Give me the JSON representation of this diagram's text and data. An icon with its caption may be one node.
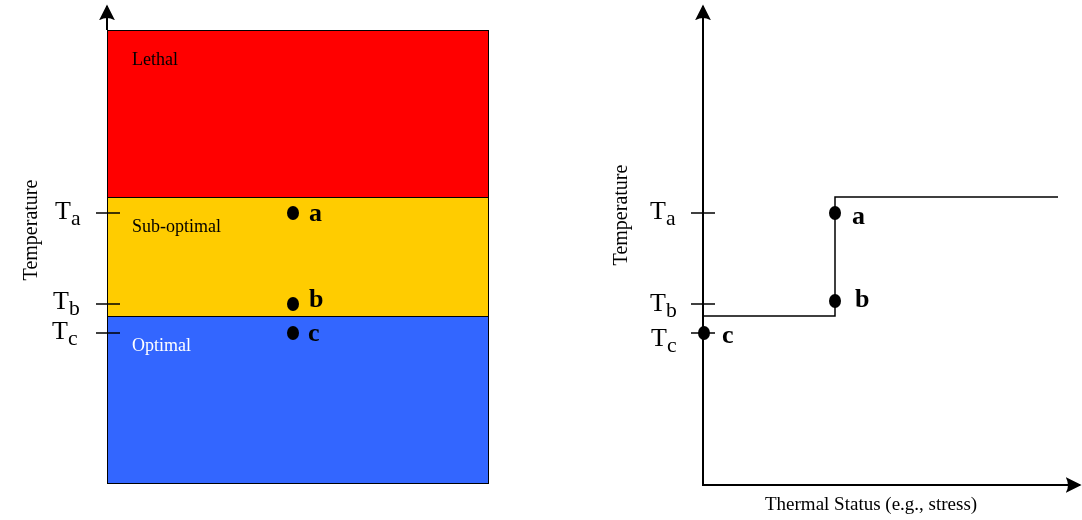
{
  "diagram": {
    "nodes": [
      {
        "text": [
          "Lethal"
        ]
      },
      {
        "text": [
          "Sub-optimal"
        ]
      },
      {
        "text": [
          "Optimal"
        ]
      }
    ],
    "labels": [
      "Temperature",
      "T$_{a}$",
      "a",
      "T$_{b}$",
      "b",
      "T$_{c}$",
      "c",
      "Temperature",
      "T$_{a}$",
      "a",
      "T$_{b}$",
      "b",
      "T$_{c}$",
      "c",
      "Thermal Status (e.g., stress)"
    ]
  }
}
